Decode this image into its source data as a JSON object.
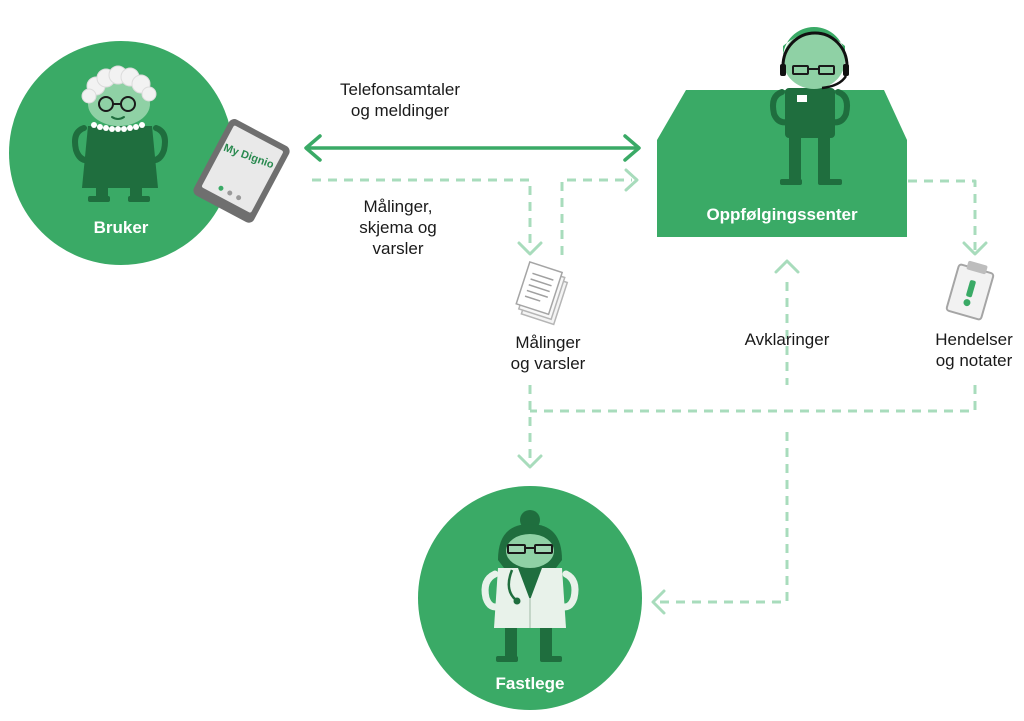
{
  "colors": {
    "primary_green": "#3aaa66",
    "dark_green": "#1f6e3e",
    "face_green": "#8fd1a5",
    "dashed_green": "#a8dcbc",
    "solid_arrow": "#3aaa66"
  },
  "nodes": {
    "bruker": "Bruker",
    "center": "Oppfølgingssenter",
    "fastlege": "Fastlege"
  },
  "tablet": {
    "brand": "My Dignio"
  },
  "edges": {
    "phone": "Telefonsamtaler\nog meldinger",
    "measurements": "Målinger,\nskjema og\nvarsler",
    "doc_measurements": "Målinger\nog varsler",
    "clarifications": "Avklaringer",
    "events": "Hendelser\nog notater"
  },
  "icons": [
    "documents-icon",
    "clipboard-alert-icon",
    "tablet-icon",
    "elderly-woman-icon",
    "operator-headset-icon",
    "doctor-icon"
  ]
}
